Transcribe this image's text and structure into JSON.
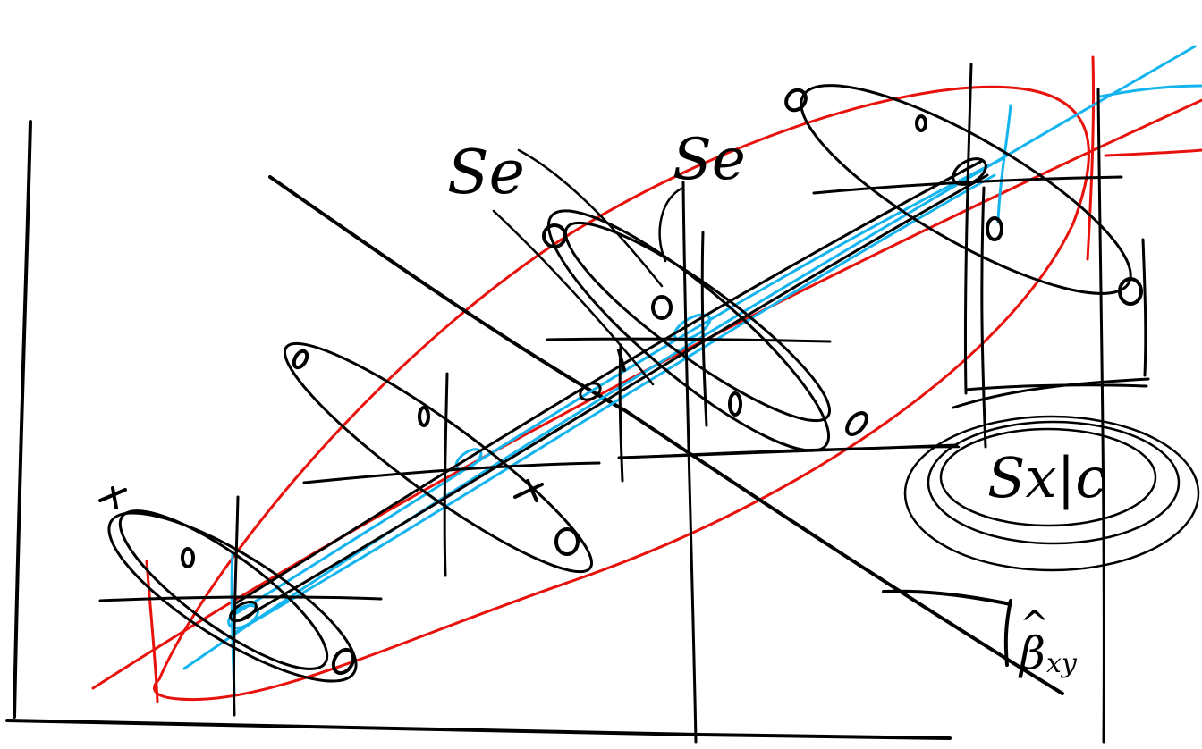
{
  "colors": {
    "black": "#000000",
    "red": "#e8120c",
    "blue": "#14b4ee"
  },
  "labels": {
    "se_left": "Se",
    "se_right": "Se",
    "sxk": "Sx|c",
    "beta_base": "β",
    "beta_hat": "^",
    "beta_sub": "xy"
  }
}
